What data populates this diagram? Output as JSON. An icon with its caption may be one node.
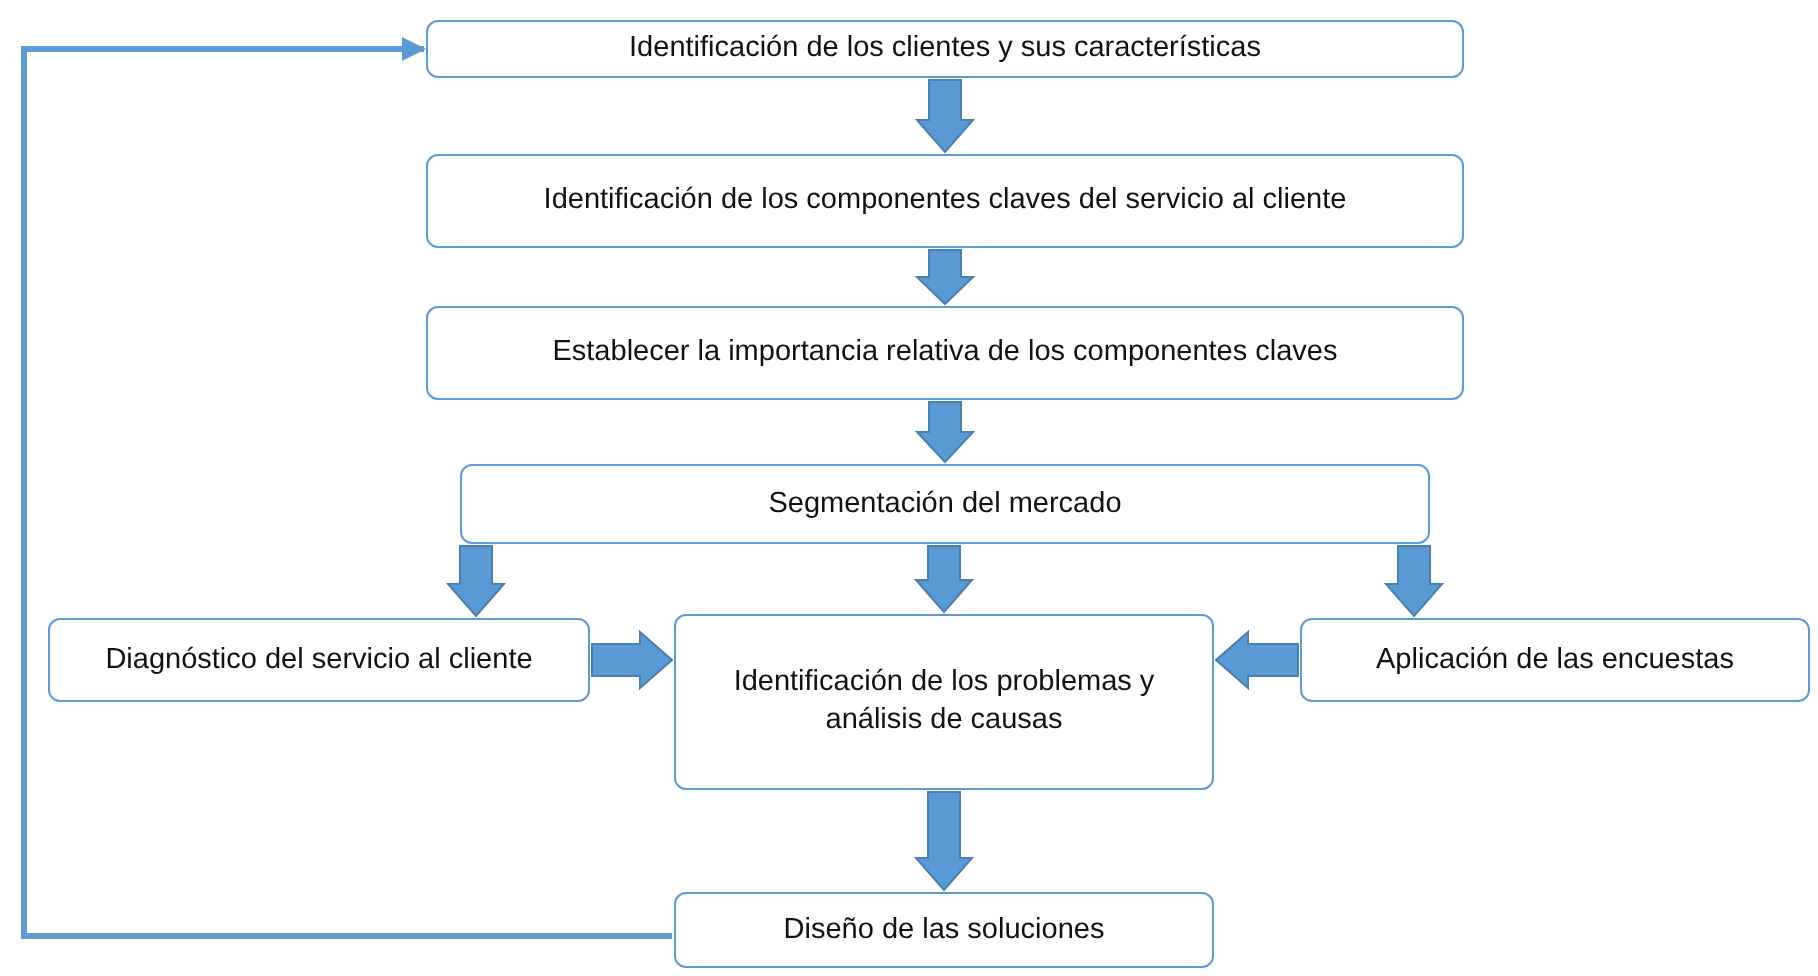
{
  "diagram": {
    "nodes": [
      {
        "text": [
          "Identificación de los clientes y sus características"
        ]
      },
      {
        "text": [
          "Identificación de los componentes claves del servicio al cliente"
        ]
      },
      {
        "text": [
          "Establecer la importancia relativa de los componentes claves"
        ]
      },
      {
        "text": [
          "Segmentación del mercado"
        ]
      },
      {
        "text": [
          "Diagnóstico del servicio al cliente"
        ]
      },
      {
        "text": [
          "Identificación de los problemas y análisis de causas"
        ]
      },
      {
        "text": [
          "Aplicación de las encuestas"
        ]
      },
      {
        "text": [
          "Diseño de las soluciones"
        ]
      }
    ],
    "edges": [
      {
        "from": 0,
        "to": 1,
        "arrow": "to",
        "style": "thick"
      },
      {
        "from": 1,
        "to": 2,
        "arrow": "to",
        "style": "thick"
      },
      {
        "from": 2,
        "to": 3,
        "arrow": "to",
        "style": "thick"
      },
      {
        "from": 3,
        "to": 4,
        "arrow": "to",
        "style": "thick"
      },
      {
        "from": 3,
        "to": 5,
        "arrow": "to",
        "style": "thick"
      },
      {
        "from": 3,
        "to": 6,
        "arrow": "to",
        "style": "thick"
      },
      {
        "from": 4,
        "to": 5,
        "arrow": "to",
        "style": "thick"
      },
      {
        "from": 6,
        "to": 5,
        "arrow": "to",
        "style": "thick"
      },
      {
        "from": 5,
        "to": 7,
        "arrow": "to",
        "style": "thick"
      },
      {
        "from": 7,
        "to": 0,
        "arrow": "to"
      }
    ]
  }
}
